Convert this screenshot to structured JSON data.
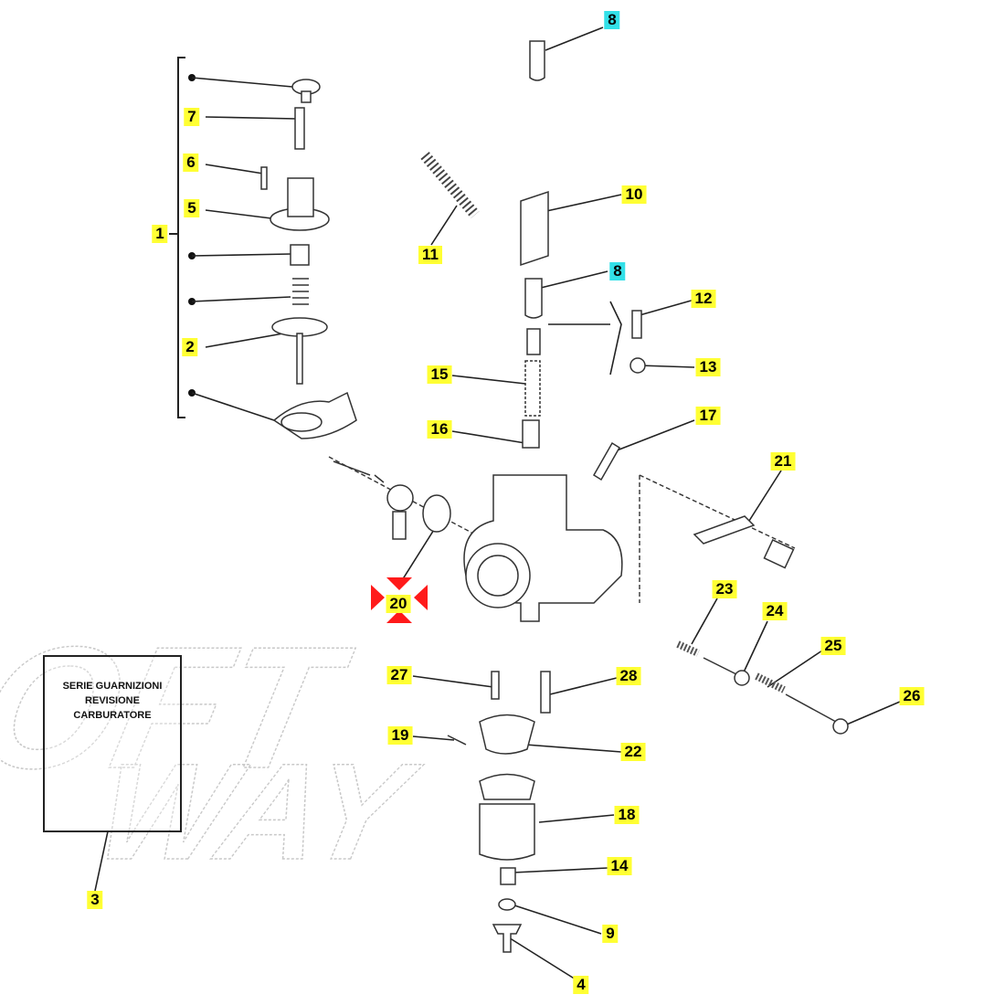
{
  "kit_box": {
    "lines": [
      "SERIE GUARNIZIONI",
      "REVISIONE",
      "CARBURATORE"
    ]
  },
  "watermark": {
    "line1": "SOFT",
    "line2": "WAY"
  },
  "selected_label": "20",
  "colors": {
    "label_bg": "#ffff33",
    "label_alt_bg": "#33e0e8",
    "selected_marker": "#ff1a1a"
  },
  "labels": {
    "l8a": "8",
    "l7": "7",
    "l6": "6",
    "l5": "5",
    "l1": "1",
    "l2": "2",
    "l10": "10",
    "l11": "11",
    "l8b": "8",
    "l12": "12",
    "l13": "13",
    "l15": "15",
    "l16": "16",
    "l17": "17",
    "l21": "21",
    "l20": "20",
    "l23": "23",
    "l24": "24",
    "l25": "25",
    "l26": "26",
    "l27": "27",
    "l28": "28",
    "l19": "19",
    "l22": "22",
    "l18": "18",
    "l14": "14",
    "l9": "9",
    "l4": "4",
    "l3": "3"
  }
}
